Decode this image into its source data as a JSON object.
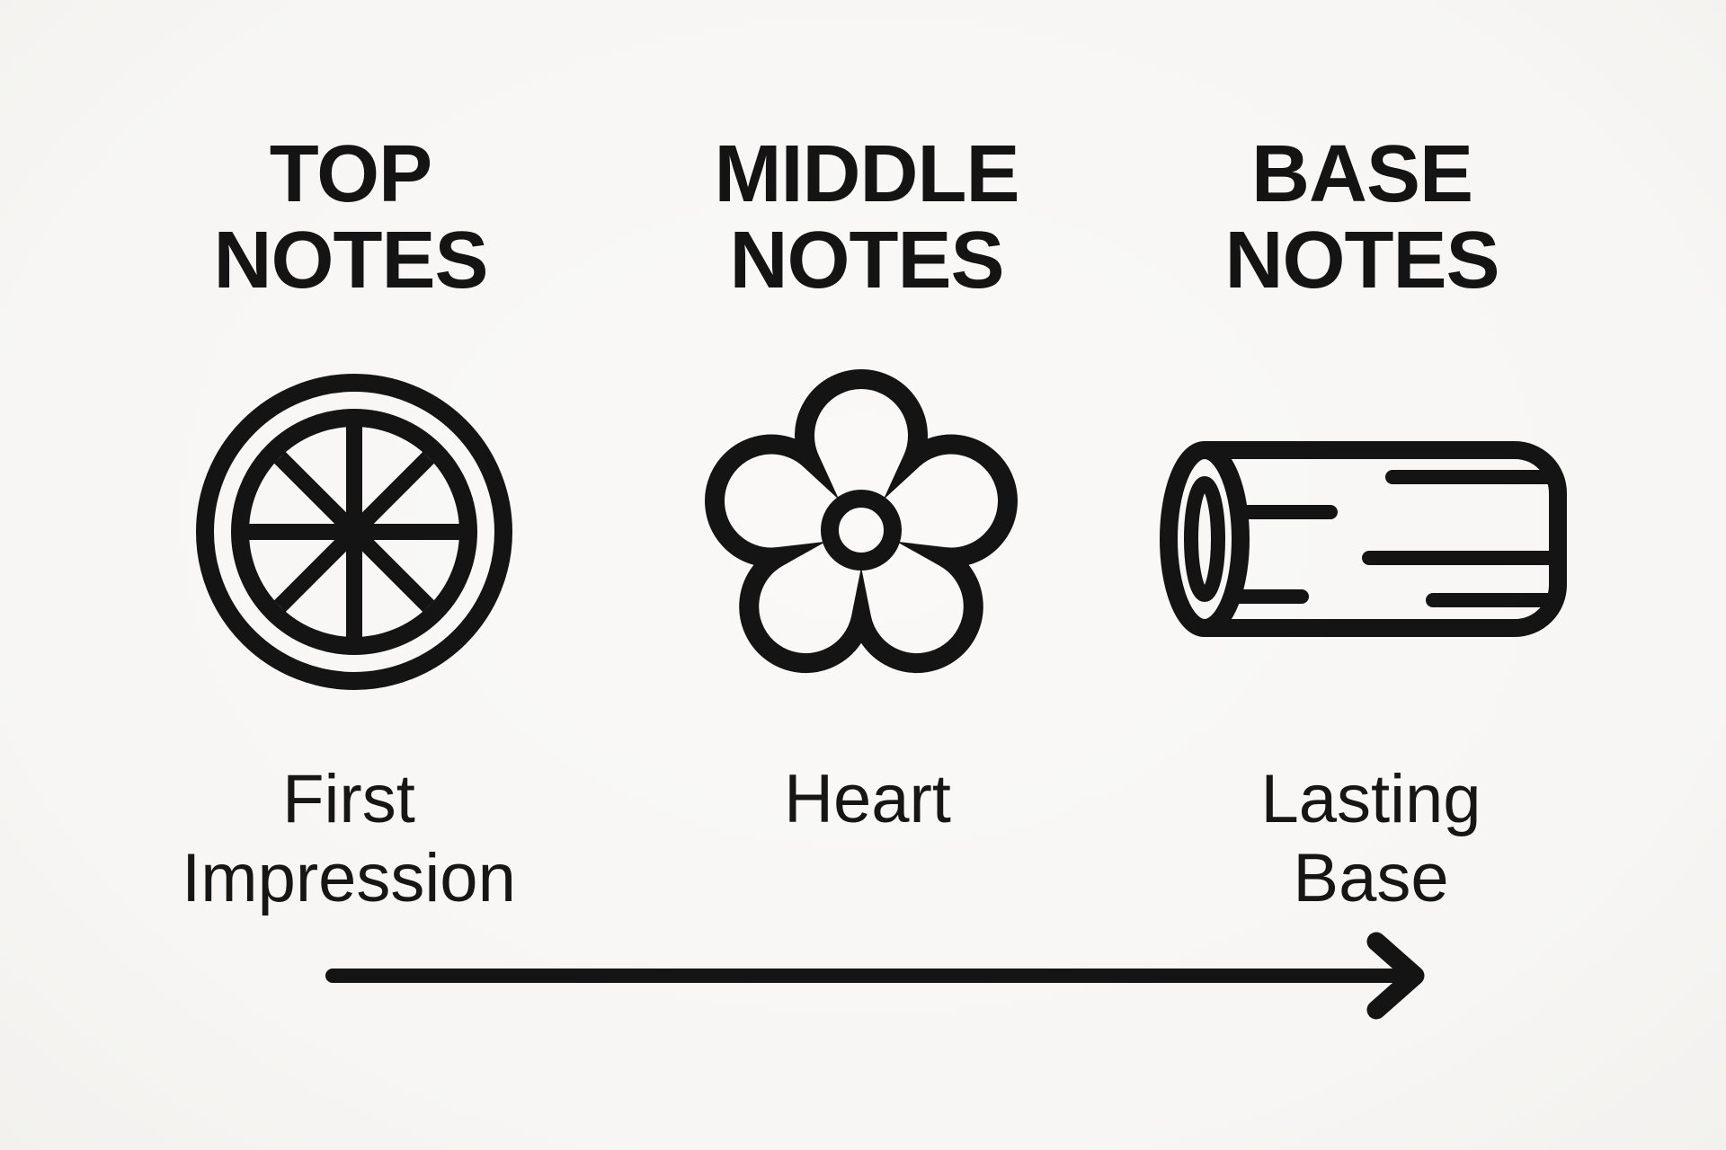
{
  "theme": {
    "background": "#f8f7f5",
    "ink": "#141414"
  },
  "columns": [
    {
      "heading": "TOP\nNOTES",
      "icon": "citrus-slice-icon",
      "label": "First\nImpression"
    },
    {
      "heading": "MIDDLE\nNOTES",
      "icon": "flower-icon",
      "label": "Heart"
    },
    {
      "heading": "BASE\nNOTES",
      "icon": "log-icon",
      "label": "Lasting\nBase"
    }
  ],
  "arrow": {
    "direction": "right"
  }
}
